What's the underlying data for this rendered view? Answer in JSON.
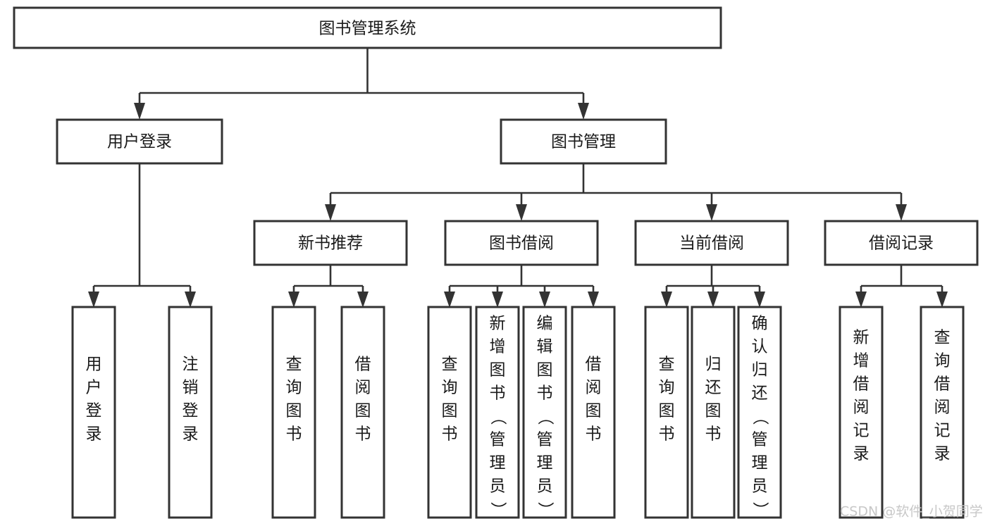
{
  "diagram": {
    "type": "tree-hierarchy",
    "title_node": {
      "id": "root",
      "label": "图书管理系统"
    },
    "level2": [
      {
        "id": "user-login",
        "label": "用户登录"
      },
      {
        "id": "book-manage",
        "label": "图书管理"
      }
    ],
    "level3": [
      {
        "id": "new-book-rec",
        "label": "新书推荐",
        "parent": "book-manage"
      },
      {
        "id": "book-borrow",
        "label": "图书借阅",
        "parent": "book-manage"
      },
      {
        "id": "current-borrow",
        "label": "当前借阅",
        "parent": "book-manage"
      },
      {
        "id": "borrow-record",
        "label": "借阅记录",
        "parent": "book-manage"
      }
    ],
    "leaves": {
      "user-login": [
        {
          "id": "leaf-user-login",
          "label": "用户登录"
        },
        {
          "id": "leaf-user-logout",
          "label": "注销登录"
        }
      ],
      "new-book-rec": [
        {
          "id": "leaf-query-book-1",
          "label": "查询图书"
        },
        {
          "id": "leaf-borrow-book-1",
          "label": "借阅图书"
        }
      ],
      "book-borrow": [
        {
          "id": "leaf-query-book-2",
          "label": "查询图书"
        },
        {
          "id": "leaf-add-book",
          "label": "新增图书（管理员）"
        },
        {
          "id": "leaf-edit-book",
          "label": "编辑图书（管理员）"
        },
        {
          "id": "leaf-borrow-book-2",
          "label": "借阅图书"
        }
      ],
      "current-borrow": [
        {
          "id": "leaf-query-book-3",
          "label": "查询图书"
        },
        {
          "id": "leaf-return-book",
          "label": "归还图书"
        },
        {
          "id": "leaf-confirm-return",
          "label": "确认归还（管理员）"
        }
      ],
      "borrow-record": [
        {
          "id": "leaf-add-record",
          "label": "新增借阅记录"
        },
        {
          "id": "leaf-query-record",
          "label": "查询借阅记录"
        }
      ]
    }
  },
  "watermark": {
    "label": "CSDN @软件_小贺同学"
  },
  "colors": {
    "box_stroke": "#333333",
    "box_fill": "#ffffff",
    "connector": "#333333",
    "text": "#1a1a1a",
    "watermark": "#c8c8c8",
    "background": "#ffffff"
  }
}
